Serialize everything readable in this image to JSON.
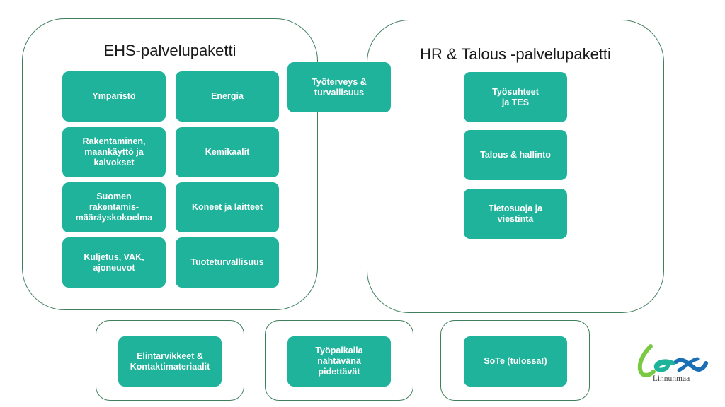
{
  "ehs": {
    "title": "EHS-palvelupaketti",
    "items": [
      "Ympäristö",
      "Energia",
      "Rakentaminen,\nmaankäyttö ja\nkaivokset",
      "Kemikaalit",
      "Suomen\nrakentamis-\nmääräyskokoelma",
      "Koneet ja laitteet",
      "Kuljetus, VAK,\najoneuvot",
      "Tuoteturvallisuus"
    ]
  },
  "shared": {
    "item": "Työterveys &\nturvallisuus"
  },
  "hr": {
    "title": "HR & Talous -palvelupaketti",
    "items": [
      "Työsuhteet\nja TES",
      "Talous & hallinto",
      "Tietosuoja ja\nviestintä"
    ]
  },
  "bottom": {
    "items": [
      "Elintarvikkeet &\nKontaktimateriaalit",
      "Työpaikalla\nnähtävänä\npidettävät",
      "SoTe (tulossa!)"
    ]
  },
  "logo": {
    "caption": "Linnunmaa",
    "colors": [
      "#7ac943",
      "#1eb39a",
      "#1a6fb5"
    ]
  },
  "colors": {
    "tile": "#1eb39a",
    "border": "#3f7f5c"
  }
}
